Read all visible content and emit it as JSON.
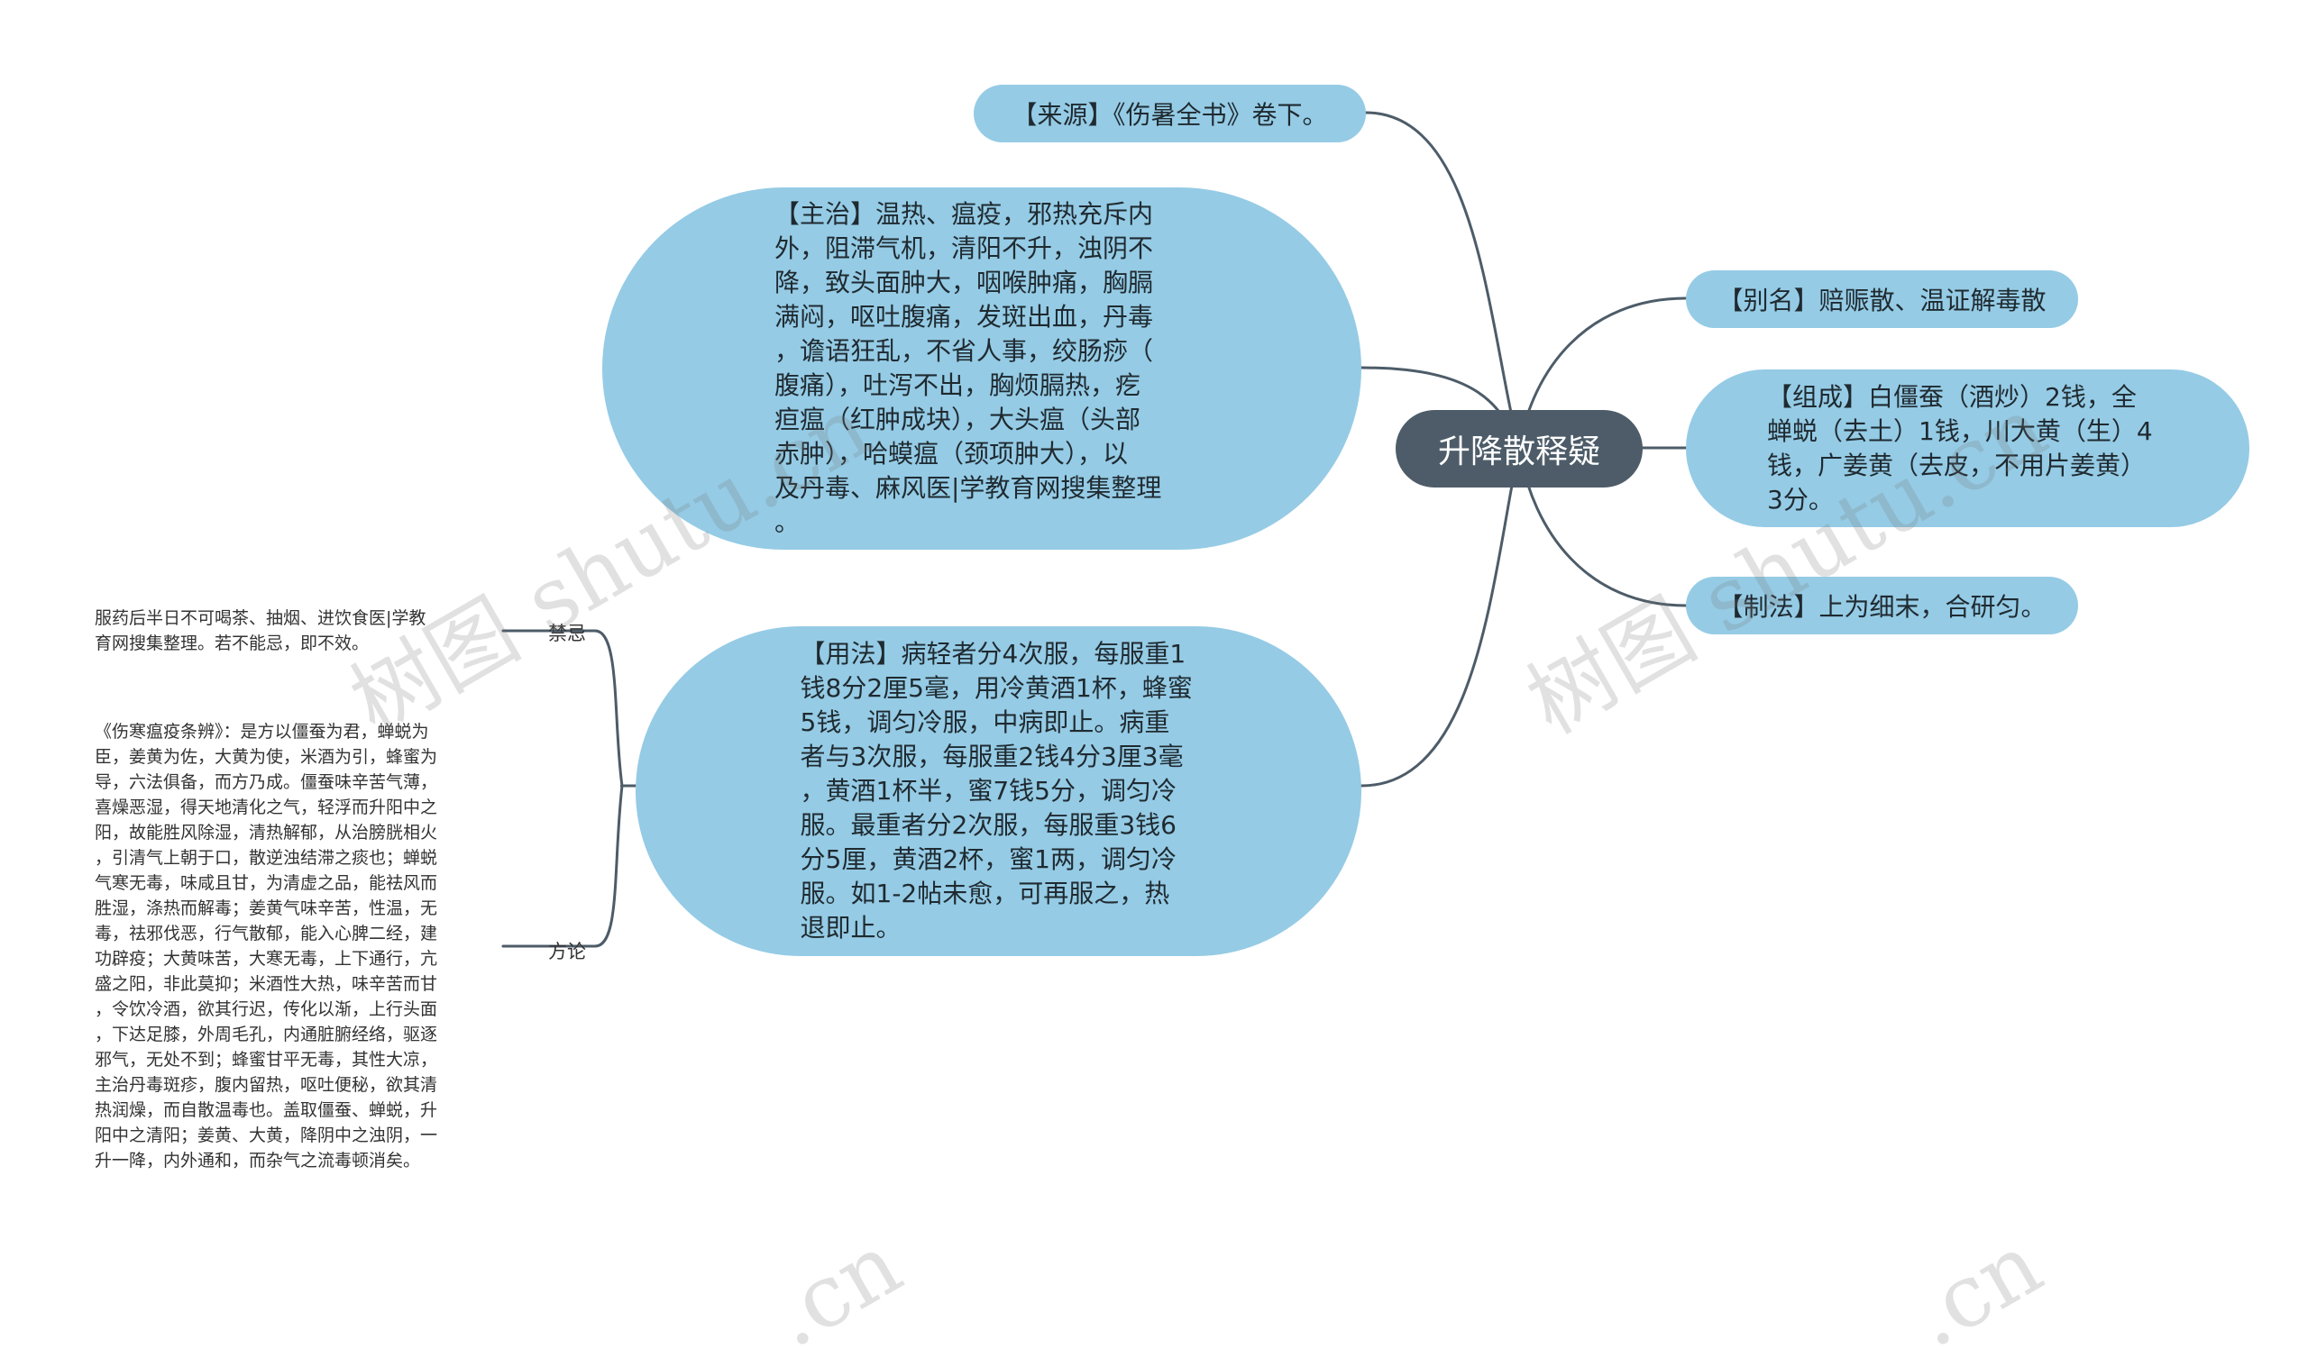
{
  "root": {
    "label": "升降散释疑"
  },
  "branches": {
    "source": "【来源】《伤暑全书》卷下。",
    "alias": "【别名】赔赈散、温证解毒散",
    "composition": "【组成】白僵蚕（酒炒）2钱，全\n蝉蜕（去土）1钱，川大黄（生）4\n钱，广姜黄（去皮，不用片姜黄）\n3分。",
    "preparation": "【制法】上为细末，合研匀。",
    "indication": "【主治】温热、瘟疫，邪热充斥内\n外，阻滞气机，清阳不升，浊阴不\n降，致头面肿大，咽喉肿痛，胸膈\n满闷，呕吐腹痛，发斑出血，丹毒\n，谵语狂乱，不省人事，绞肠痧（\n腹痛），吐泻不出，胸烦膈热，疙\n疸瘟（红肿成块），大头瘟（头部\n赤肿），哈蟆瘟（颈项肿大），以\n及丹毒、麻风医|学教育网搜集整理\n。",
    "usage": "【用法】病轻者分4次服，每服重1\n钱8分2厘5毫，用冷黄酒1杯，蜂蜜\n5钱，调匀冷服，中病即止。病重\n者与3次服，每服重2钱4分3厘3毫\n，黄酒1杯半，蜜7钱5分，调匀冷\n服。最重者分2次服，每服重3钱6\n分5厘，黄酒2杯，蜜1两，调匀冷\n服。如1-2帖未愈，可再服之，热\n退即止。"
  },
  "sub_branches": {
    "contraindication": {
      "label": "禁忌",
      "text": "服药后半日不可喝茶、抽烟、进饮食医|学教\n育网搜集整理。若不能忌，即不效。"
    },
    "discussion": {
      "label": "方论",
      "text": "《伤寒瘟疫条辨》：是方以僵蚕为君，蝉蜕为\n臣，姜黄为佐，大黄为使，米酒为引，蜂蜜为\n导，六法俱备，而方乃成。僵蚕味辛苦气薄，\n喜燥恶湿，得天地清化之气，轻浮而升阳中之\n阳，故能胜风除湿，清热解郁，从治膀胱相火\n，引清气上朝于口，散逆浊结滞之痰也；蝉蜕\n气寒无毒，味咸且甘，为清虚之品，能祛风而\n胜湿，涤热而解毒；姜黄气味辛苦，性温，无\n毒，祛邪伐恶，行气散郁，能入心脾二经，建\n功辟疫；大黄味苦，大寒无毒，上下通行，亢\n盛之阳，非此莫抑；米酒性大热，味辛苦而甘\n，令饮冷酒，欲其行迟，传化以渐，上行头面\n，下达足膝，外周毛孔，内通脏腑经络，驱逐\n邪气，无处不到；蜂蜜甘平无毒，其性大凉，\n主治丹毒斑疹，腹内留热，呕吐便秘，欲其清\n热润燥，而自散温毒也。盖取僵蚕、蝉蜕，升\n阳中之清阳；姜黄、大黄，降阴中之浊阴，一\n升一降，内外通和，而杂气之流毒顿消矣。"
    }
  },
  "watermarks": [
    "树图 shutu.cn",
    "树图 shutu.cn",
    ".cn",
    ".cn"
  ],
  "colors": {
    "root_fill": "#4d5c68",
    "node_fill": "#95cbe5",
    "connector": "#4d5c68"
  }
}
